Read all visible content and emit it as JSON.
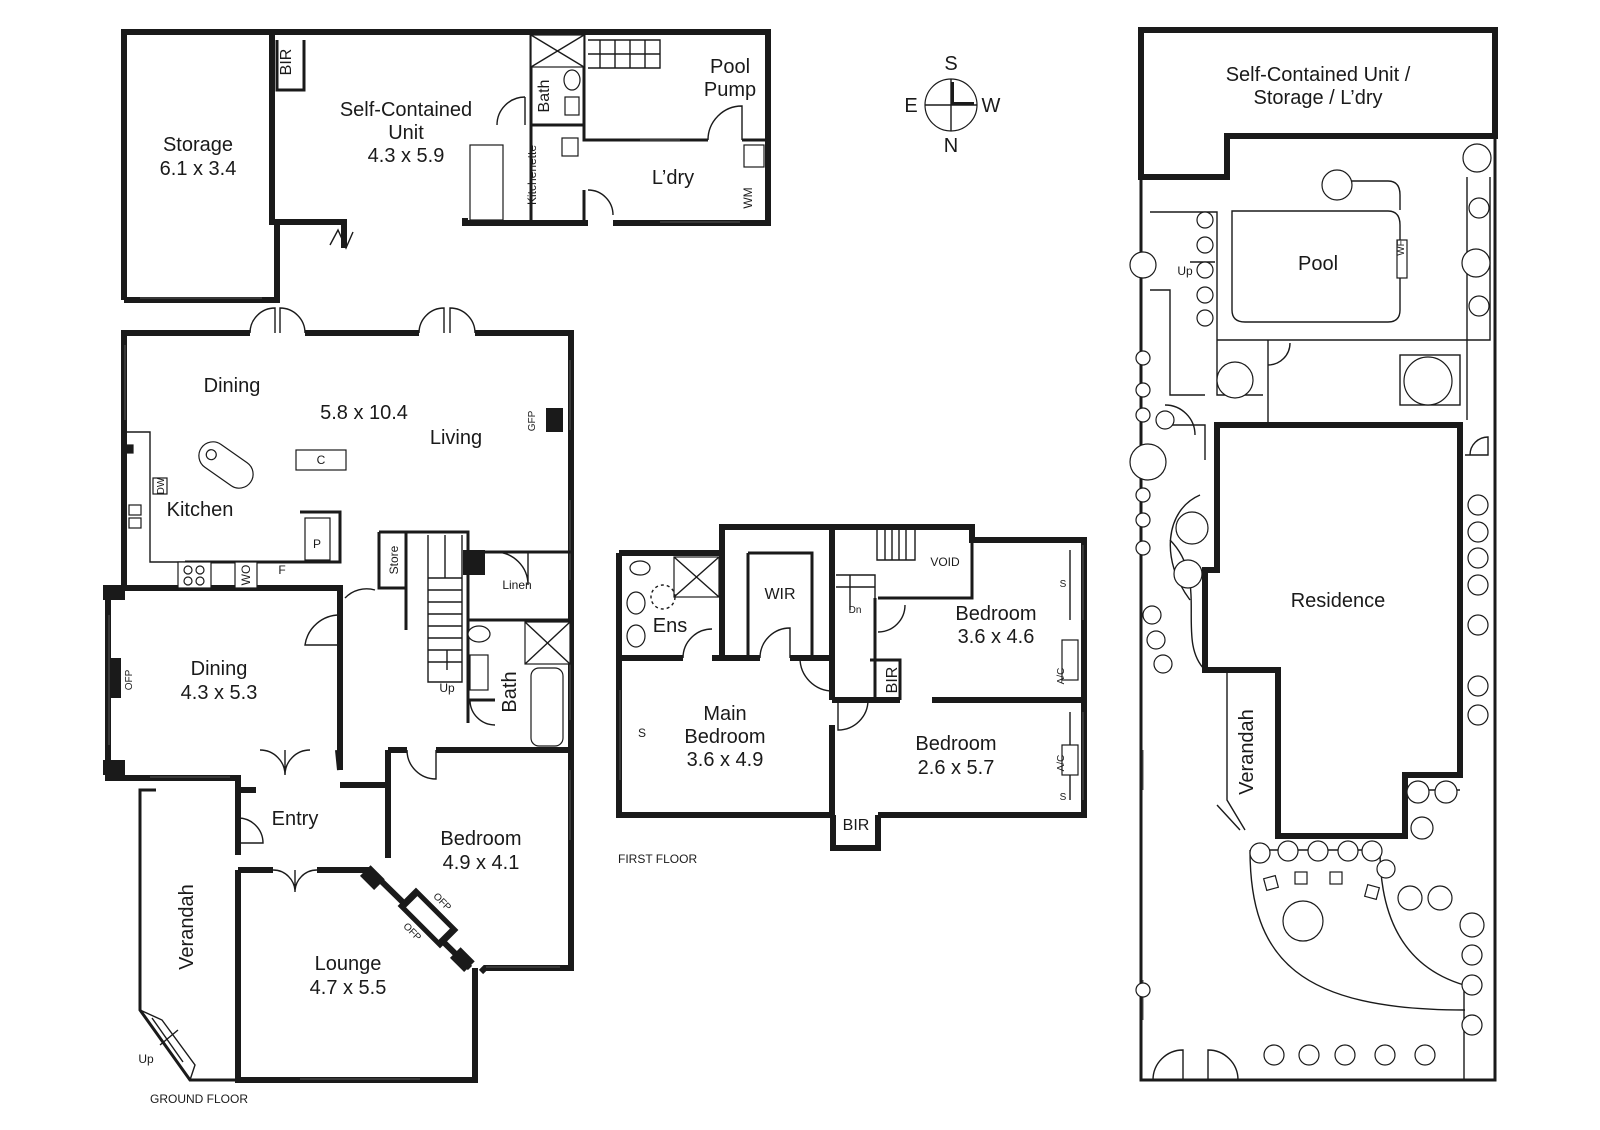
{
  "compass": {
    "s": "S",
    "n": "N",
    "e": "E",
    "w": "W"
  },
  "rear_building": {
    "storage": {
      "name": "Storage",
      "size": "6.1 x 3.4"
    },
    "bir": "BIR",
    "unit": {
      "name_line1": "Self-Contained",
      "name_line2": "Unit",
      "size": "4.3 x 5.9"
    },
    "bath": "Bath",
    "kitchenette": "Kitchenette",
    "pool_pump_line1": "Pool",
    "pool_pump_line2": "Pump",
    "laundry": "L’dry",
    "wm": "WM"
  },
  "ground_floor": {
    "title": "GROUND FLOOR",
    "dining_top": "Dining",
    "living_size": "5.8 x 10.4",
    "living": "Living",
    "gfp": "GFP",
    "c": "C",
    "dw": "DW",
    "kitchen": "Kitchen",
    "p": "P",
    "wo": "WO",
    "f": "F",
    "store": "Store",
    "linen": "Linen",
    "dining": {
      "name": "Dining",
      "size": "4.3 x 5.3"
    },
    "ofp": "OFP",
    "up": "Up",
    "bath": "Bath",
    "entry": "Entry",
    "bedroom": {
      "name": "Bedroom",
      "size": "4.9 x 4.1"
    },
    "verandah": "Verandah",
    "lounge": {
      "name": "Lounge",
      "size": "4.7 x 5.5"
    },
    "up_verandah": "Up"
  },
  "first_floor": {
    "title": "FIRST FLOOR",
    "ens": "Ens",
    "wir": "WIR",
    "void": "VOID",
    "dn": "Dn",
    "s": "S",
    "ac": "A/C",
    "bir": "BIR",
    "main_bedroom": {
      "line1": "Main",
      "line2": "Bedroom",
      "size": "3.6 x 4.9"
    },
    "bedroom1": {
      "name": "Bedroom",
      "size": "3.6 x 4.6"
    },
    "bedroom2": {
      "name": "Bedroom",
      "size": "2.6 x 5.7"
    }
  },
  "site_plan": {
    "unit_line1": "Self-Contained Unit /",
    "unit_line2": "Storage / L’dry",
    "pool": "Pool",
    "wf": "WF",
    "up": "Up",
    "residence": "Residence",
    "verandah": "Verandah"
  }
}
